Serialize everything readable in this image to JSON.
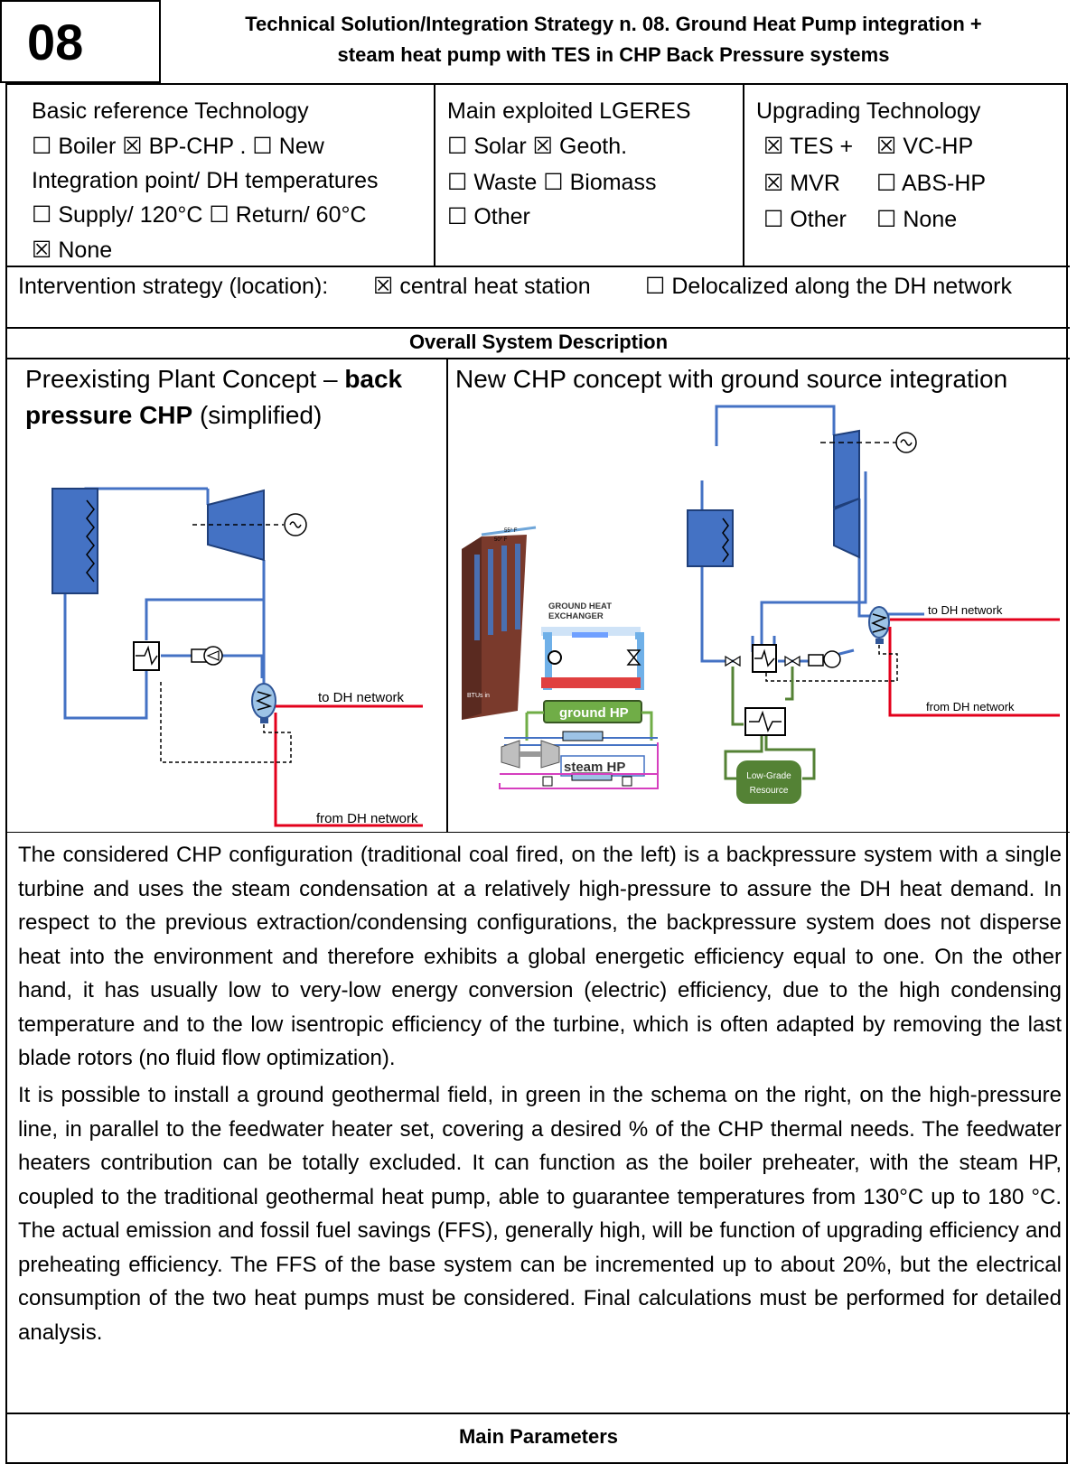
{
  "header": {
    "number": "08",
    "title_line1": "Technical Solution/Integration Strategy n. 08. Ground Heat Pump integration +",
    "title_line2": "steam heat pump with TES in CHP Back Pressure systems"
  },
  "basic_reference": {
    "label": "Basic reference Technology",
    "row1": "☐ Boiler  ☒ BP-CHP . ☐ New",
    "integration_label": "Integration point/ DH temperatures",
    "row2": "☐ Supply/ 120°C  ☐ Return/ 60°C",
    "row3": "☒ None"
  },
  "lgeres": {
    "label": "Main exploited LGERES",
    "row1": "☐ Solar  ☒ Geoth.",
    "row2": "☐ Waste ☐ Biomass",
    "row3": "☐ Other"
  },
  "upgrading": {
    "label": "Upgrading Technology",
    "r1c1": "☒ TES +",
    "r1c2": "☒ VC-HP",
    "r2c1": "☒ MVR",
    "r2c2": "☐ ABS-HP",
    "r3c1": "☐ Other",
    "r3c2": "☐ None"
  },
  "intervention": {
    "label": "Intervention strategy (location):",
    "option1": "☒ central heat station",
    "option2": "☐ Delocalized along the DH network"
  },
  "overall": {
    "heading": "Overall System Description",
    "left_title_a": "Preexisting Plant Concept – ",
    "left_title_bold": "back pressure CHP",
    "left_title_b": " (simplified)",
    "right_title": "New CHP concept with ground source integration"
  },
  "diagram_left": {
    "to_dh": "to DH network",
    "from_dh": "from DH network"
  },
  "diagram_right": {
    "to_dh": "to DH network",
    "from_dh": "from DH network",
    "resource_line1": "Low-Grade",
    "resource_line2": "Resource",
    "ghe_line1": "GROUND HEAT",
    "ghe_line2": "EXCHANGER",
    "ground_hp": "ground HP",
    "steam_hp": "steam HP",
    "btus": "BTUs in",
    "temp_top": "55° F",
    "temp_mid": "50° F"
  },
  "description": {
    "paragraph1": "The considered CHP configuration (traditional coal fired, on the left) is a backpressure system with a single turbine and uses the steam condensation at a relatively high-pressure to assure the DH heat demand. In respect to the previous extraction/condensing configurations, the backpressure system does not disperse heat into the environment and therefore exhibits a global energetic efficiency equal to one. On the other hand, it has usually low to very-low energy conversion (electric) efficiency, due to the high condensing temperature and to the low isentropic efficiency of the turbine, which is often adapted by removing the last blade rotors (no fluid flow optimization).",
    "paragraph2": "It is possible to install a ground geothermal field, in green in the schema on the right, on the high-pressure line, in parallel to the feedwater heater set, covering a desired % of the CHP thermal needs. The feedwater heaters contribution can be totally excluded. It can function as the boiler preheater, with the steam HP, coupled to the traditional geothermal heat pump, able to guarantee temperatures from 130°C up to 180 °C. The actual emission and fossil fuel savings (FFS), generally high, will be function of upgrading efficiency and preheating efficiency. The FFS of the base system can be incremented up to about 20%, but the electrical consumption of the two heat pumps must be considered. Final calculations must be performed for detailed analysis."
  },
  "main_parameters": {
    "heading": "Main Parameters"
  }
}
